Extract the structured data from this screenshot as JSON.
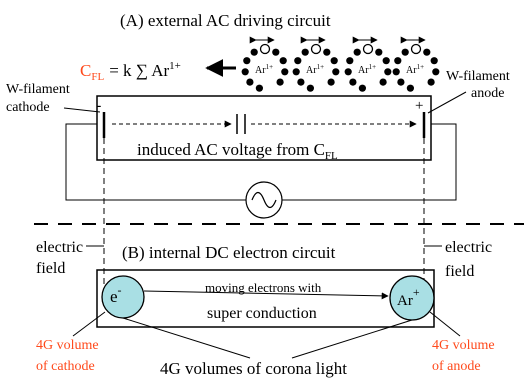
{
  "colors": {
    "accent": "#ff4a1c",
    "bubble": "#a9dfe4",
    "line": "#000000"
  },
  "section_a": {
    "title": "(A)  external AC driving circuit",
    "cfl_label": "C",
    "cfl_sub": "FL",
    "formula": "= k ∑ Ar",
    "formula_sup": "1+",
    "cluster_label": "Ar",
    "cluster_sup": "1+",
    "cathode_label_1": "W-filament",
    "cathode_label_2": "cathode",
    "anode_label_1": "W-filament",
    "anode_label_2": "anode",
    "minus": "-",
    "plus": "+",
    "induced_text": "induced AC voltage from C",
    "induced_sub": "FL"
  },
  "section_b": {
    "title": "(B)  internal DC electron circuit",
    "field_left_1": "electric",
    "field_left_2": "field",
    "field_right_1": "electric",
    "field_right_2": "field",
    "electron": "e",
    "electron_sup": "-",
    "ion": "Ar",
    "ion_sup": "+",
    "moving_1": "moving electrons with",
    "moving_2": "super conduction",
    "cathode_vol_1": "4G volume",
    "cathode_vol_2": "of cathode",
    "anode_vol_1": "4G volume",
    "anode_vol_2": "of anode",
    "corona": "4G volumes of corona light"
  }
}
